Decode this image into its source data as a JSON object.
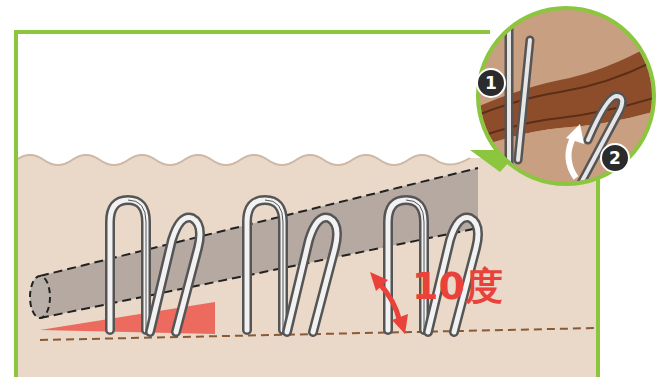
{
  "diagram": {
    "labels": [
      "1",
      "2",
      "10度"
    ]
  }
}
